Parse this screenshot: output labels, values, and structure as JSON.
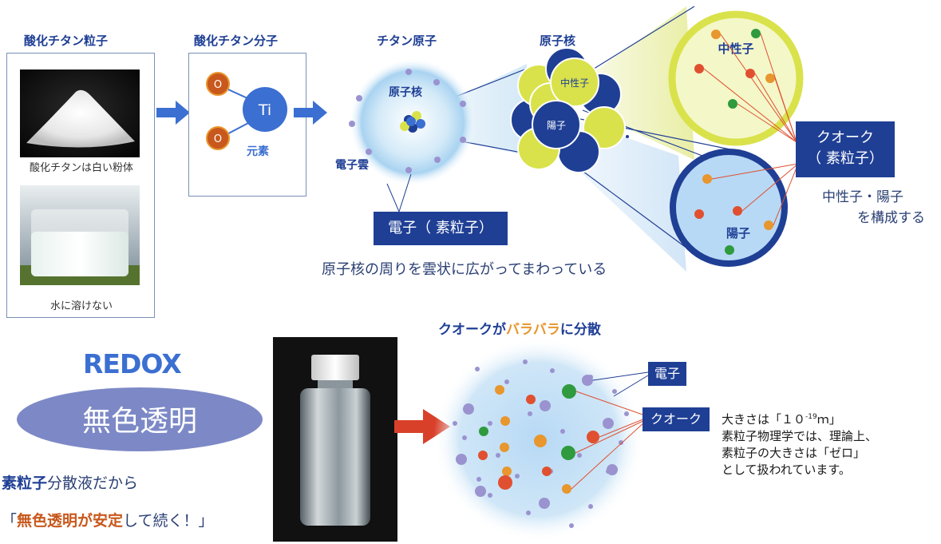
{
  "colors": {
    "navy": "#1f3f95",
    "blue": "#3b6fd1",
    "lightblue": "#b7d9f5",
    "yellow": "#d9e24a",
    "orange": "#e8962e",
    "red": "#e05030",
    "green": "#2f9a3e",
    "purple": "#9a93cf"
  },
  "top": {
    "powder": {
      "title": "酸化チタン粒子",
      "caption1": "酸化チタンは白い粉体",
      "caption2": "水に溶けない"
    },
    "molecule": {
      "title": "酸化チタン分子",
      "o_label": "O",
      "ti_label": "Ti",
      "element": "元素"
    },
    "atom": {
      "title": "チタン原子",
      "nucleus_label": "原子核",
      "cloud_label": "電子雲"
    },
    "electron_box": "電子（ 素粒子）",
    "electron_desc": "原子核の周りを雲状に広がってまわっている",
    "nucleus": {
      "title": "原子核",
      "neutron": "中性子",
      "proton": "陽子"
    },
    "zoom_neutron": "中性子",
    "zoom_proton": "陽子",
    "quark_box_line1": "クオーク",
    "quark_box_line2": "（ 素粒子）",
    "quark_desc_line1": "中性子・陽子",
    "quark_desc_line2": "を構成する"
  },
  "bottom": {
    "brand": "REDOX",
    "ellipse": "無色透明",
    "line1_bold": "素粒子",
    "line1_rest": "分散液だから",
    "line2_open": "「",
    "line2_bold": "無色透明が安定",
    "line2_rest": "して続く！」",
    "scatter_title_a": "クオークが",
    "scatter_title_b": "バラバラ",
    "scatter_title_c": "に分散",
    "electron_tag": "電子",
    "quark_tag": "クオーク",
    "size_line1a": "大きさは「１０",
    "size_exp": "-19",
    "size_line1b": "ｍ」",
    "size_line2": "素粒子物理学では、理論上、",
    "size_line3": "素粒子の大きさは「ゼロ」",
    "size_line4": "として扱われています。"
  }
}
